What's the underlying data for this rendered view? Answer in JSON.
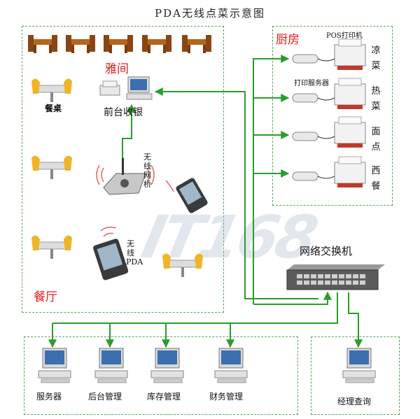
{
  "title": "PDA无线点菜示意图",
  "rooms": {
    "private_room": "雅间",
    "kitchen": "厨房",
    "dining_hall": "餐厅"
  },
  "labels": {
    "dining_table": "餐桌",
    "front_desk": "前台收银",
    "wireless_bridge": "无线网桥",
    "wireless_pda": "无线PDA",
    "pos_printer": "POS打印机",
    "print_server": "打印服务器",
    "network_switch": "网络交换机",
    "server": "服务器",
    "backoffice": "后台管理",
    "inventory": "库存管理",
    "finance": "财务管理",
    "manager_query": "经理查询"
  },
  "kitchen_stations": [
    "凉菜",
    "热菜",
    "面点",
    "西餐"
  ],
  "watermark": "IT168",
  "colors": {
    "link": "#2a9d2a",
    "room_label": "#e51c1c",
    "box_border": "#5aa55a"
  }
}
